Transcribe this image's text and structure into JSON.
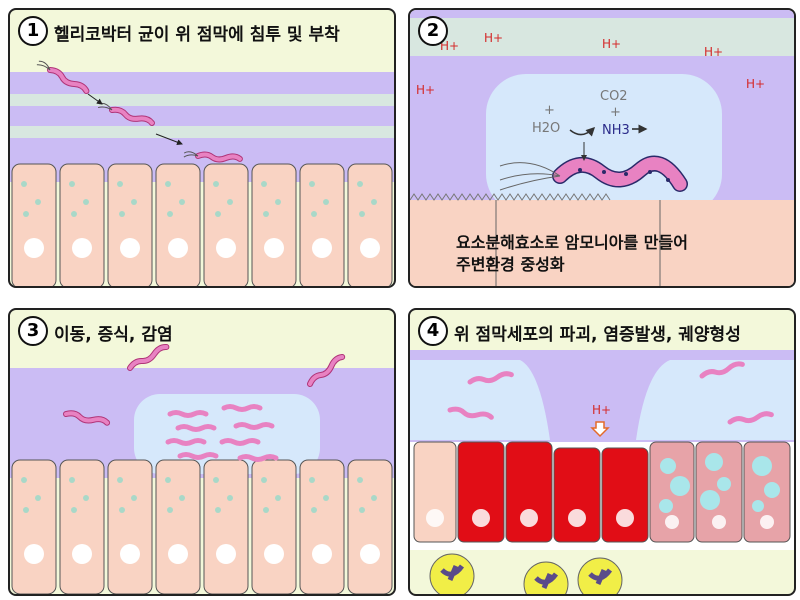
{
  "panels": [
    {
      "number": "1",
      "title": "헬리코박터 균이 위 점막에 침투 및 부착"
    },
    {
      "number": "2",
      "title": "",
      "caption_lines": [
        "요소분해효소로 암모니아를 만들어",
        "주변환경 중성화"
      ],
      "chemicals": {
        "co2": "CO2",
        "h2o": "H2O",
        "nh3": "NH3",
        "plus": "+"
      },
      "proton": "H+"
    },
    {
      "number": "3",
      "title": "이동, 증식, 감염"
    },
    {
      "number": "4",
      "title": "위 점막세포의 파괴, 염증발생, 궤양형성",
      "proton": "H+"
    }
  ],
  "colors": {
    "lumen": "#f3f8da",
    "mucus": "#cbbcf4",
    "mucus_band": "#d8e7e0",
    "neutral_zone": "#d6e8fb",
    "cell": "#f9d3c3",
    "cell_damaged": "#e10d16",
    "bacteria": "#e882c2",
    "immune_cell": "#f1ee47"
  }
}
